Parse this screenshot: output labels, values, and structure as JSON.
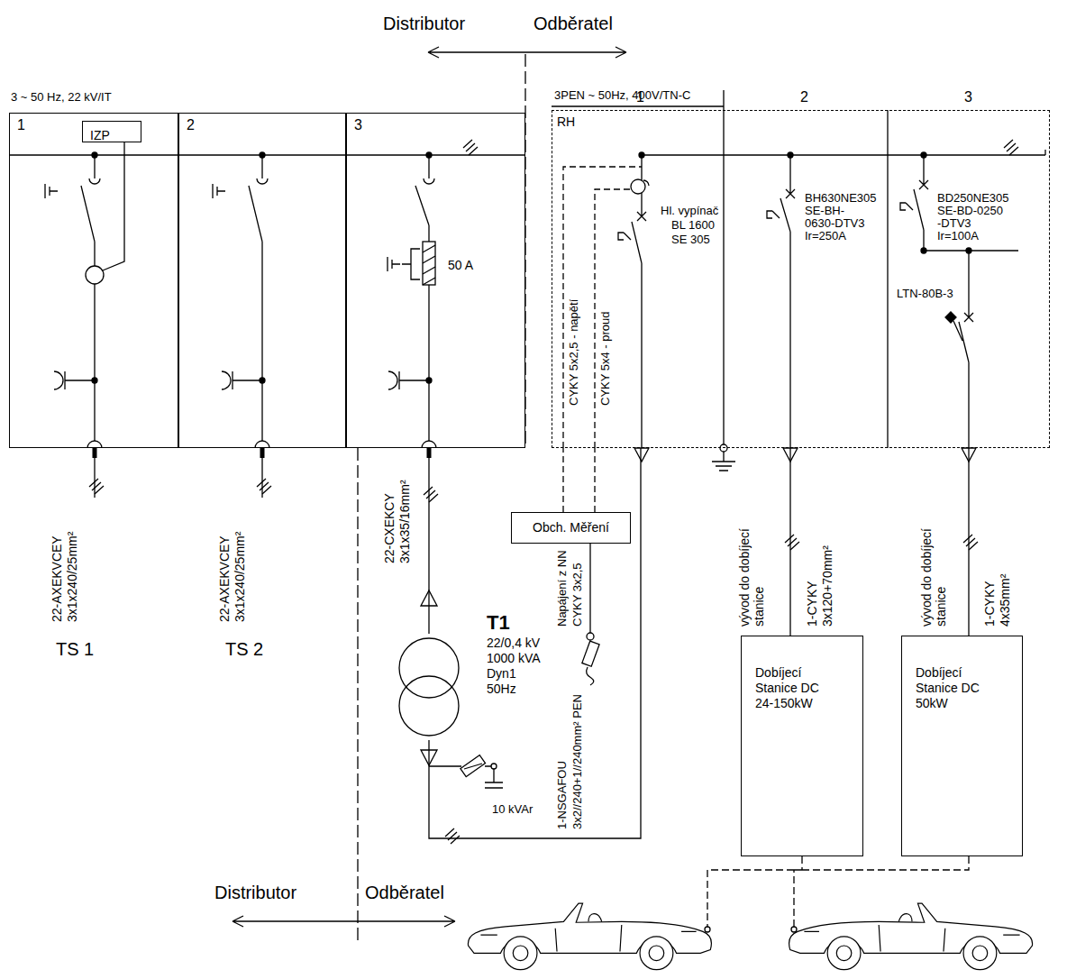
{
  "diagram": {
    "nodes": [
      {
        "text": [
          "1"
        ]
      },
      {
        "text": [
          "IZP"
        ],
        "in": 0
      },
      {
        "text": [
          "2"
        ]
      },
      {
        "text": [
          "3"
        ]
      },
      {
        "text": [
          "RH"
        ]
      },
      {
        "text": [
          "Obch. Měření"
        ]
      },
      {
        "text": [
          "Dobíjecí Stanice DC 24-150kW"
        ]
      },
      {
        "text": [
          "Dobíjecí Stanice DC 50kW"
        ]
      },
      {
        "text": [
          "T1",
          "22/0,4 kV",
          "1000 kVA",
          "Dyn1",
          "50Hz"
        ]
      }
    ],
    "edges": [
      {
        "from": 3,
        "to": 8,
        "arrow": "none"
      },
      {
        "from": 8,
        "to": 4,
        "arrow": "none"
      },
      {
        "from": 4,
        "to": 6,
        "arrow": "none"
      },
      {
        "from": 4,
        "to": 7,
        "arrow": "none"
      },
      {
        "from": 5,
        "to": 4,
        "arrow": "none"
      },
      {
        "from": 5,
        "to": 4,
        "arrow": "none"
      }
    ],
    "labels": [
      "Distributor",
      "Odběratel",
      "3 ~ 50 Hz, 22 kV/IT",
      "50 A",
      "22-AXEKVCEY",
      "3x1x240/25mm²",
      "TS 1",
      "22-AXEKVCEY",
      "3x1x240/25mm²",
      "TS 2",
      "22-CXEKCY",
      "3x1x35/16mm²",
      "3PEN ~ 50Hz, 400V/TN-C",
      "1",
      "2",
      "3",
      "Hl. vypínač",
      "BL 1600",
      "SE 305",
      "CYKY 5x2,5 - napětí",
      "CYKY 5x4 - proud",
      "BH630NE305",
      "SE-BH-",
      "0630-DTV3",
      "Ir=250A",
      "BD250NE305",
      "SE-BD-0250",
      "-DTV3",
      "Ir=100A",
      "LTN-80B-3",
      "vývod do dobíjecí stanice",
      "1-CYKY",
      "3x120+70mm²",
      "vývod do dobíjecí stanice",
      "1-CYKY",
      "4x35mm²",
      "Napájení z NN",
      "CYKY 3x2,5",
      "10 kVAr",
      "1-NSGAFOU",
      "3x2//240+1//240mm² PEN",
      "Distributor",
      "Odběratel"
    ]
  }
}
